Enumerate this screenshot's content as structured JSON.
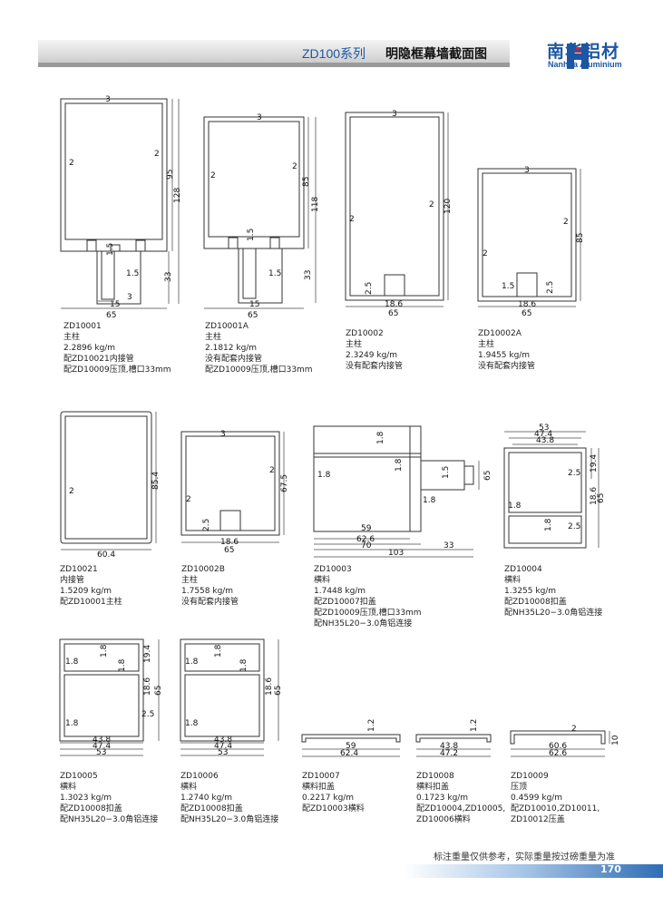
{
  "header": {
    "series": "ZD100系列",
    "title": "明隐框幕墙截面图",
    "brand_cn": "南华铝材",
    "brand_en": "Nanhua Aluminium",
    "brand_color": "#1d57a3"
  },
  "profiles": [
    {
      "code": "ZD10001",
      "type": "主柱",
      "weight": "2.2896 kg/m",
      "notes": [
        "配ZD10021内接管",
        "配ZD10009压顶,槽口33mm"
      ]
    },
    {
      "code": "ZD10001A",
      "type": "主柱",
      "weight": "2.1812 kg/m",
      "notes": [
        "没有配套内接管",
        "配ZD10009压顶,槽口33mm"
      ]
    },
    {
      "code": "ZD10002",
      "type": "主柱",
      "weight": "2.3249 kg/m",
      "notes": [
        "没有配套内接管"
      ]
    },
    {
      "code": "ZD10002A",
      "type": "主柱",
      "weight": "1.9455 kg/m",
      "notes": [
        "没有配套内接管"
      ]
    },
    {
      "code": "ZD10021",
      "type": "内接管",
      "weight": "1.5209 kg/m",
      "notes": [
        "配ZD10001主柱"
      ]
    },
    {
      "code": "ZD10002B",
      "type": "主柱",
      "weight": "1.7558 kg/m",
      "notes": [
        "没有配套内接管"
      ]
    },
    {
      "code": "ZD10003",
      "type": "横料",
      "weight": "1.7448 kg/m",
      "notes": [
        "配ZD10007扣盖",
        "配ZD10009压顶,槽口33mm",
        "配NH35L20−3.0角铝连接"
      ]
    },
    {
      "code": "ZD10004",
      "type": "横料",
      "weight": "1.3255 kg/m",
      "notes": [
        "配ZD10008扣盖",
        "配NH35L20−3.0角铝连接"
      ]
    },
    {
      "code": "ZD10005",
      "type": "横料",
      "weight": "1.3023 kg/m",
      "notes": [
        "配ZD10008扣盖",
        "配NH35L20−3.0角铝连接"
      ]
    },
    {
      "code": "ZD10006",
      "type": "横料",
      "weight": "1.2740 kg/m",
      "notes": [
        "配ZD10008扣盖",
        "配NH35L20−3.0角铝连接"
      ]
    },
    {
      "code": "ZD10007",
      "type": "横料扣盖",
      "weight": "0.2217 kg/m",
      "notes": [
        "配ZD10003横料"
      ]
    },
    {
      "code": "ZD10008",
      "type": "横料扣盖",
      "weight": "0.1723 kg/m",
      "notes": [
        "配ZD10004,ZD10005,",
        "ZD10006横料"
      ]
    },
    {
      "code": "ZD10009",
      "type": "压顶",
      "weight": "0.4599 kg/m",
      "notes": [
        "配ZD10010,ZD10011,",
        "ZD10012压盖"
      ]
    }
  ],
  "dims": {
    "p1": [
      "3",
      "2",
      "2",
      "95",
      "128",
      "1.5",
      "1.5",
      "33",
      "3",
      "15",
      "65"
    ],
    "p2": [
      "3",
      "2",
      "2",
      "85",
      "118",
      "1.5",
      "1.5",
      "33",
      "15",
      "65"
    ],
    "p3": [
      "3",
      "2",
      "2",
      "120",
      "2.5",
      "18.6",
      "65"
    ],
    "p4": [
      "3",
      "2",
      "2",
      "85",
      "1.5",
      "18.6",
      "2.5",
      "65"
    ],
    "p5": [
      "2",
      "85.4",
      "60.4"
    ],
    "p6": [
      "3",
      "2",
      "2",
      "67.5",
      "2.5",
      "18.6",
      "65"
    ],
    "p7": [
      "1.8",
      "1.8",
      "1.8",
      "1.5",
      "65",
      "1.8",
      "59",
      "62.6",
      "70",
      "33",
      "103"
    ],
    "p8": [
      "53",
      "47.4",
      "43.8",
      "2.5",
      "19.4",
      "18.6",
      "65",
      "1.8",
      "1.8",
      "2.5"
    ],
    "p9": [
      "1.8",
      "1.8",
      "19.4",
      "1.8",
      "18.6",
      "65",
      "2.5",
      "1.8",
      "43.8",
      "47.4",
      "53"
    ],
    "p10": [
      "1.8",
      "1.8",
      "1.8",
      "18.6",
      "65",
      "1.8",
      "43.8",
      "47.4",
      "53"
    ],
    "p11": [
      "1.2",
      "59",
      "62.4"
    ],
    "p12": [
      "1.2",
      "43.8",
      "47.2"
    ],
    "p13": [
      "2",
      "10",
      "60.6",
      "62.6"
    ]
  },
  "footer": {
    "note": "标注重量仅供参考，实际重量按过磅重量为准",
    "page": "170"
  }
}
